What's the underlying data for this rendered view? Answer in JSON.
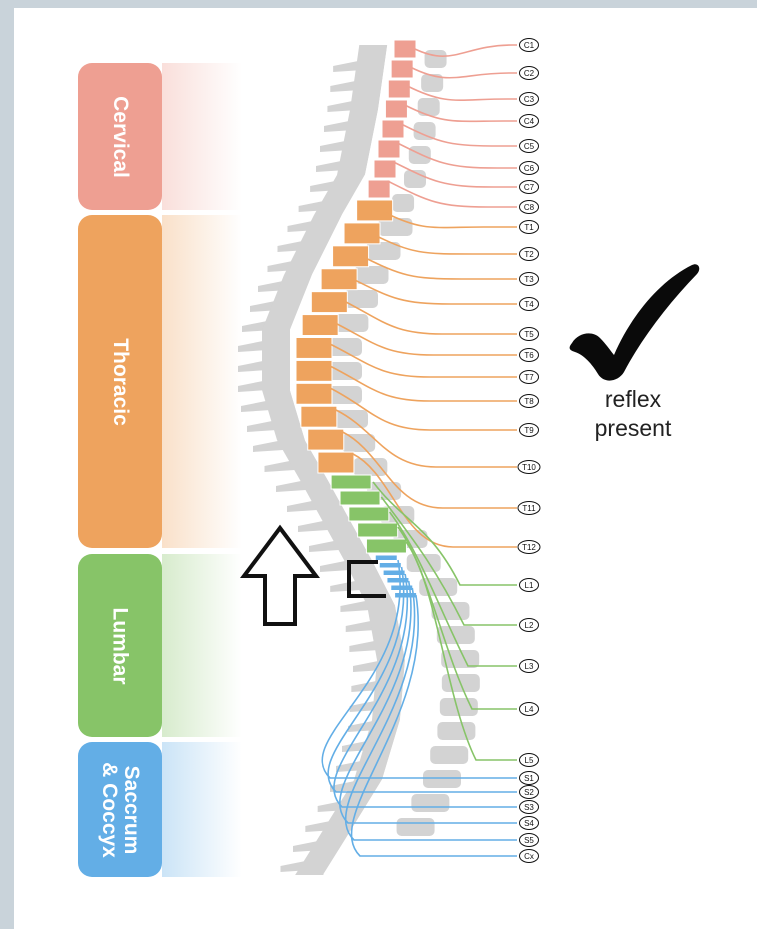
{
  "regions": [
    {
      "id": "cervical",
      "label": "Cervical",
      "color": "#ee9f92"
    },
    {
      "id": "thoracic",
      "label": "Thoracic",
      "color": "#eea35e"
    },
    {
      "id": "lumbar",
      "label": "Lumbar",
      "color": "#87c468"
    },
    {
      "id": "sacrum",
      "label": "Saccrum\n& Coccyx",
      "color": "#63aee6"
    }
  ],
  "nerves": [
    {
      "label": "C1",
      "region": "cervical"
    },
    {
      "label": "C2",
      "region": "cervical"
    },
    {
      "label": "C3",
      "region": "cervical"
    },
    {
      "label": "C4",
      "region": "cervical"
    },
    {
      "label": "C5",
      "region": "cervical"
    },
    {
      "label": "C6",
      "region": "cervical"
    },
    {
      "label": "C7",
      "region": "cervical"
    },
    {
      "label": "C8",
      "region": "cervical"
    },
    {
      "label": "T1",
      "region": "thoracic"
    },
    {
      "label": "T2",
      "region": "thoracic"
    },
    {
      "label": "T3",
      "region": "thoracic"
    },
    {
      "label": "T4",
      "region": "thoracic"
    },
    {
      "label": "T5",
      "region": "thoracic"
    },
    {
      "label": "T6",
      "region": "thoracic"
    },
    {
      "label": "T7",
      "region": "thoracic"
    },
    {
      "label": "T8",
      "region": "thoracic"
    },
    {
      "label": "T9",
      "region": "thoracic"
    },
    {
      "label": "T10",
      "region": "thoracic"
    },
    {
      "label": "T11",
      "region": "thoracic"
    },
    {
      "label": "T12",
      "region": "thoracic"
    },
    {
      "label": "L1",
      "region": "lumbar"
    },
    {
      "label": "L2",
      "region": "lumbar"
    },
    {
      "label": "L3",
      "region": "lumbar"
    },
    {
      "label": "L4",
      "region": "lumbar"
    },
    {
      "label": "L5",
      "region": "lumbar"
    },
    {
      "label": "S1",
      "region": "sacrum"
    },
    {
      "label": "S2",
      "region": "sacrum"
    },
    {
      "label": "S3",
      "region": "sacrum"
    },
    {
      "label": "S4",
      "region": "sacrum"
    },
    {
      "label": "S5",
      "region": "sacrum"
    },
    {
      "label": "Cx",
      "region": "sacrum"
    }
  ],
  "annotation": {
    "line1": "reflex",
    "line2": "present"
  },
  "icons": {
    "check": "checkmark-icon",
    "arrow": "up-arrow-icon",
    "bracket": "bracket-icon"
  },
  "colors": {
    "bone": "#d3d3d3",
    "annotation": "#111111"
  }
}
